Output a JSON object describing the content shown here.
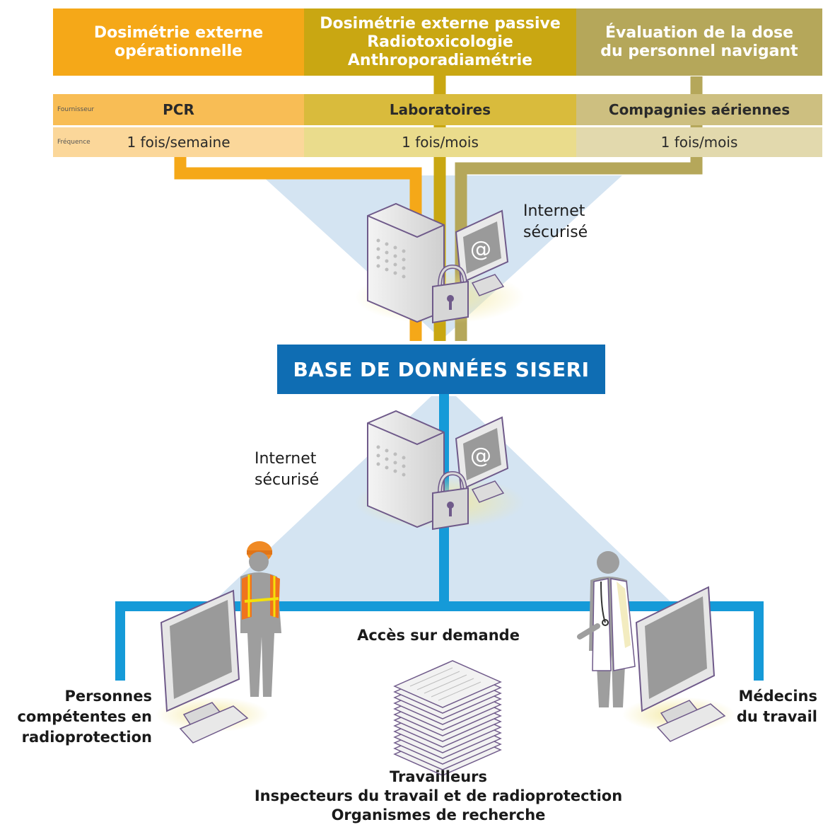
{
  "columns": [
    {
      "title": "Dosimétrie externe\nopérationnelle",
      "provider": "PCR",
      "frequency": "1 fois/semaine",
      "color": "#f5a818"
    },
    {
      "title": "Dosimétrie externe passive\nRadiotoxicologie\nAnthroporadiamétrie",
      "provider": "Laboratoires",
      "frequency": "1 fois/mois",
      "color": "#c9a712"
    },
    {
      "title": "Évaluation de la dose\ndu personnel navigant",
      "provider": "Compagnies aériennes",
      "frequency": "1 fois/mois",
      "color": "#b5a75a"
    }
  ],
  "row_labels": {
    "provider": "Fournisseur",
    "frequency": "Fréquence"
  },
  "internet_top": "Internet\nsécurisé",
  "internet_bottom": "Internet\nsécurisé",
  "database": "BASE DE DONNÉES SISERI",
  "access": "Accès sur demande",
  "left_user": "Personnes\ncompétentes en\nradioprotection",
  "right_user": "Médecins\ndu travail",
  "bottom_users": "Travailleurs\nInspecteurs du travail et de radioprotection\nOrganismes de recherche",
  "icons": [
    "server-icon",
    "monitor-at-icon",
    "padlock-icon",
    "document-stack-icon",
    "worker-icon",
    "doctor-icon",
    "computer-icon"
  ],
  "colors": {
    "db_blue": "#0f6db3",
    "line_blue": "#159ad8",
    "cone_blue": "#d4e4f2"
  }
}
